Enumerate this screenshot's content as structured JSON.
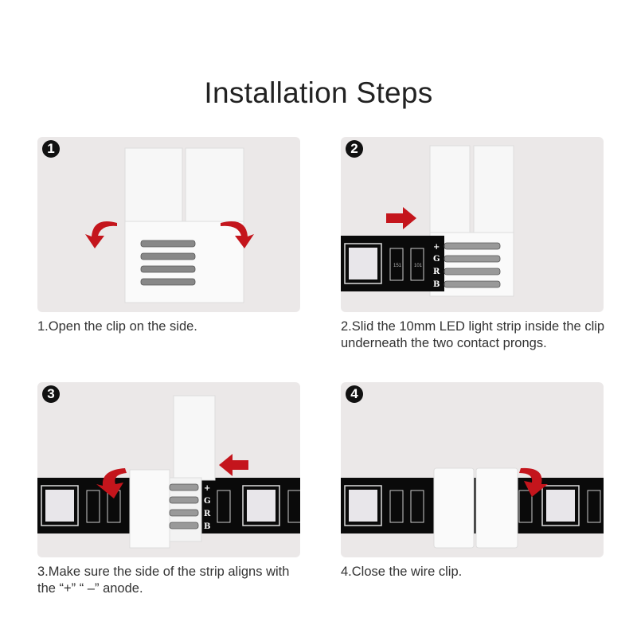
{
  "title": "Installation Steps",
  "steps": [
    {
      "number": "1",
      "caption": "1.Open the clip on the side."
    },
    {
      "number": "2",
      "caption": "2.Slid the 10mm LED light strip inside the clip underneath the two contact prongs."
    },
    {
      "number": "3",
      "caption": "3.Make sure the side of the strip aligns with the “+” “ –” anode."
    },
    {
      "number": "4",
      "caption": "4.Close the wire clip."
    }
  ],
  "pin_labels": [
    "+",
    "G",
    "R",
    "B"
  ],
  "resistor_labels": [
    "151",
    "101"
  ],
  "colors": {
    "panel": "#ebe8e8",
    "arrow": "#c4151c",
    "strip": "#0a0a0a"
  }
}
